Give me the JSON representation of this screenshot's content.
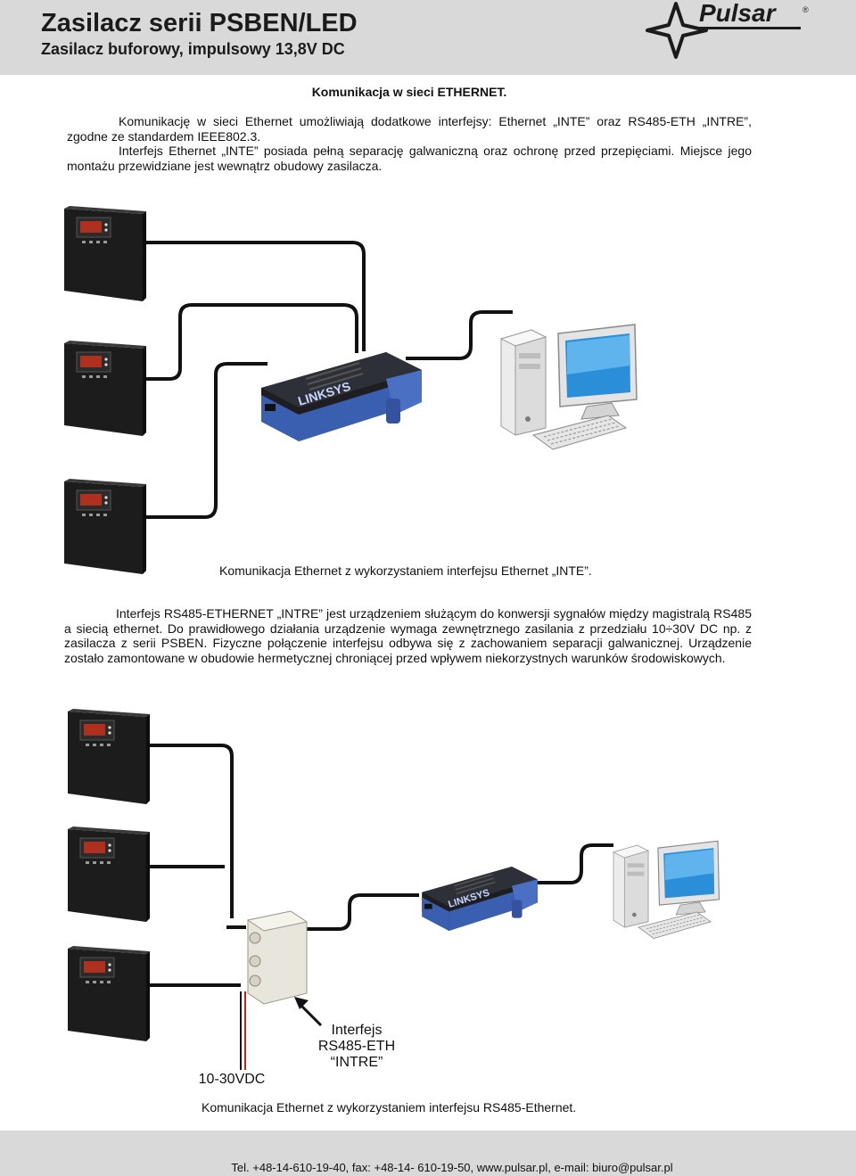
{
  "header": {
    "title": "Zasilacz serii PSBEN/LED",
    "subtitle": "Zasilacz buforowy, impulsowy 13,8V DC",
    "logo_text": "Pulsar",
    "logo_mark": "®"
  },
  "section_title": "Komunikacja w sieci ETHERNET.",
  "intro": {
    "p1": "Komunikację w sieci Ethernet umożliwiają dodatkowe interfejsy: Ethernet „INTE” oraz RS485-ETH „INTRE”, zgodne ze standardem IEEE802.3.",
    "p2": "Interfejs Ethernet „INTE” posiada pełną separację galwaniczną oraz ochronę przed przepięciami. Miejsce jego montażu przewidziane jest wewnątrz obudowy zasilacza."
  },
  "diagram1": {
    "caption": "Komunikacja Ethernet z wykorzystaniem interfejsu Ethernet „INTE”.",
    "router_brand": "LINKSYS"
  },
  "rs485_text": "Interfejs RS485-ETHERNET „INTRE” jest urządzeniem służącym do konwersji sygnałów między magistralą RS485 a siecią ethernet. Do prawidłowego działania urządzenie wymaga zewnętrznego zasilania z przedziału 10÷30V DC np. z zasilacza z serii PSBEN. Fizyczne połączenie interfejsu odbywa się z zachowaniem separacji galwanicznej. Urządzenie zostało zamontowane w obudowie hermetycznej chroniącej przed wpływem niekorzystnych warunków środowiskowych.",
  "diagram2": {
    "caption": "Komunikacja Ethernet z wykorzystaniem interfejsu RS485-Ethernet.",
    "label_interface_l1": "Interfejs",
    "label_interface_l2": "RS485-ETH",
    "label_interface_l3": "“INTRE”",
    "label_power": "10-30VDC",
    "router_brand": "LINKSYS"
  },
  "footer": {
    "contact": "Tel. +48-14-610-19-40,  fax: +48-14- 610-19-50,  www.pulsar.pl, e-mail: biuro@pulsar.pl"
  },
  "colors": {
    "header_bg": "#d9d9d9",
    "router_blue": "#3a5fb0",
    "psu_black": "#1c1c1c",
    "display_red": "#b03020",
    "monitor_screen": "#2a8fd8"
  }
}
